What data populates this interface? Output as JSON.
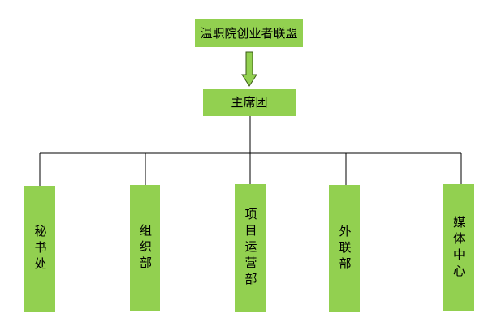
{
  "colors": {
    "box_fill": "#92d050",
    "arrow_fill": "#92d050",
    "arrow_stroke": "#3a5a14",
    "line": "#000000"
  },
  "top": {
    "label": "温职院创业者联盟"
  },
  "presidium": {
    "label": "主席团"
  },
  "departments": [
    {
      "label": "秘书处"
    },
    {
      "label": "组织部"
    },
    {
      "label": "项目运营部"
    },
    {
      "label": "外联部"
    },
    {
      "label": "媒体中心"
    }
  ]
}
